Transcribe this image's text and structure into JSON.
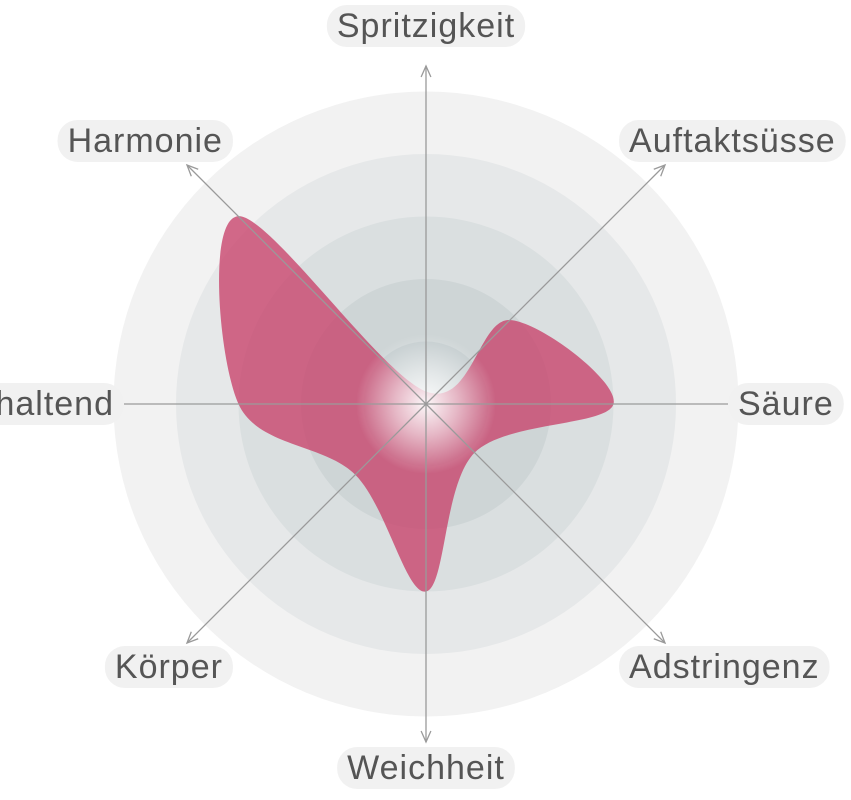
{
  "chart_data": {
    "type": "radar",
    "axes": [
      "Spritzigkeit",
      "Auftaktsüsse",
      "Säure",
      "Adstringenz",
      "Weichheit",
      "Körper",
      "Anhaltend",
      "Harmonie"
    ],
    "values": [
      0.2,
      1.9,
      3.0,
      1.1,
      3.0,
      1.6,
      3.0,
      4.25
    ],
    "scale_max": 5,
    "rings": 5,
    "colors": {
      "fill": "#c8416a",
      "ring_outer": "#f2f2f2",
      "ring_inner": "#c2cbcd",
      "axis": "#9a9a9a",
      "label": "#555555",
      "label_bg": "#f1f1f1"
    }
  }
}
